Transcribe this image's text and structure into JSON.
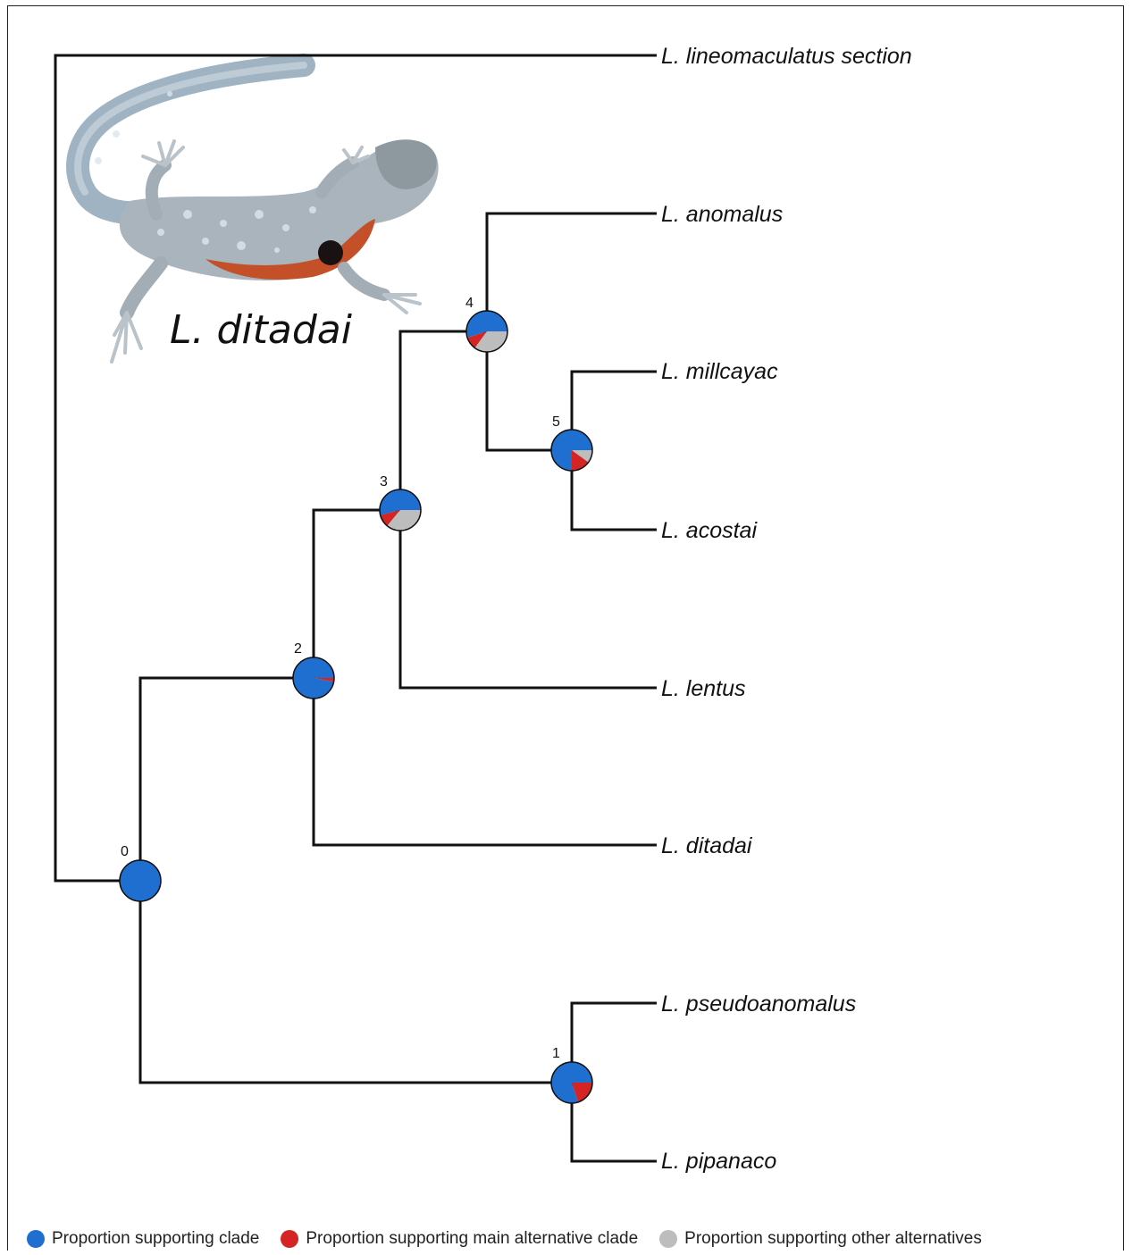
{
  "colors": {
    "support": "#1f6fd1",
    "main_alt": "#d42424",
    "other_alt": "#bdbdbd",
    "line": "#111111"
  },
  "photo_label": "L. ditadai",
  "photo_icon": "lizard-photo",
  "taxa": [
    {
      "id": "lineomaculatus",
      "label": "L. lineomaculatus section"
    },
    {
      "id": "anomalus",
      "label": "L. anomalus"
    },
    {
      "id": "millcayac",
      "label": "L. millcayac"
    },
    {
      "id": "acostai",
      "label": "L. acostai"
    },
    {
      "id": "lentus",
      "label": "L. lentus"
    },
    {
      "id": "ditadai",
      "label": "L. ditadai"
    },
    {
      "id": "pseudoanomalus",
      "label": "L. pseudoanomalus"
    },
    {
      "id": "pipanaco",
      "label": "L. pipanaco"
    }
  ],
  "nodes": [
    {
      "id": "0",
      "label": "0",
      "support": 1.0,
      "main_alt": 0.0,
      "other_alt": 0.0
    },
    {
      "id": "1",
      "label": "1",
      "support": 0.8,
      "main_alt": 0.2,
      "other_alt": 0.0
    },
    {
      "id": "2",
      "label": "2",
      "support": 0.97,
      "main_alt": 0.03,
      "other_alt": 0.0
    },
    {
      "id": "3",
      "label": "3",
      "support": 0.54,
      "main_alt": 0.1,
      "other_alt": 0.36
    },
    {
      "id": "4",
      "label": "4",
      "support": 0.55,
      "main_alt": 0.1,
      "other_alt": 0.35
    },
    {
      "id": "5",
      "label": "5",
      "support": 0.75,
      "main_alt": 0.15,
      "other_alt": 0.1
    }
  ],
  "legend": [
    {
      "key": "support",
      "label": "Proportion supporting clade"
    },
    {
      "key": "main_alt",
      "label": "Proportion supporting main alternative clade"
    },
    {
      "key": "other_alt",
      "label": "Proportion supporting other alternatives"
    }
  ]
}
